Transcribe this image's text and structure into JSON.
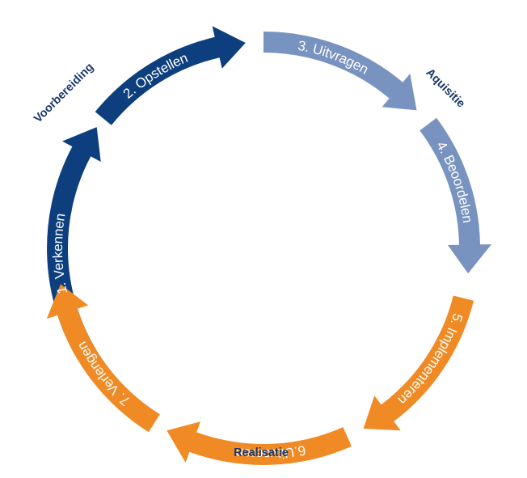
{
  "colors": {
    "navy": "#0d3f7e",
    "steel": "#7893bf",
    "orange": "#f08a24",
    "phase_text": "#1b3a6b"
  },
  "phases": [
    {
      "id": "voorbereiding",
      "label": "Voorbereiding"
    },
    {
      "id": "aquisitie",
      "label": "Aquisitie"
    },
    {
      "id": "realisatie",
      "label": "Realisatie"
    }
  ],
  "steps": [
    {
      "label": "1. Verkennen",
      "color": "navy"
    },
    {
      "label": "2. Opstellen",
      "color": "navy"
    },
    {
      "label": "3. Uitvragen",
      "color": "steel"
    },
    {
      "label": "4. Beoordelen",
      "color": "steel"
    },
    {
      "label": "5. Implementeren",
      "color": "orange"
    },
    {
      "label": "6.Uitvoeren",
      "color": "orange"
    },
    {
      "label": "7. Verlengen",
      "color": "orange"
    }
  ]
}
